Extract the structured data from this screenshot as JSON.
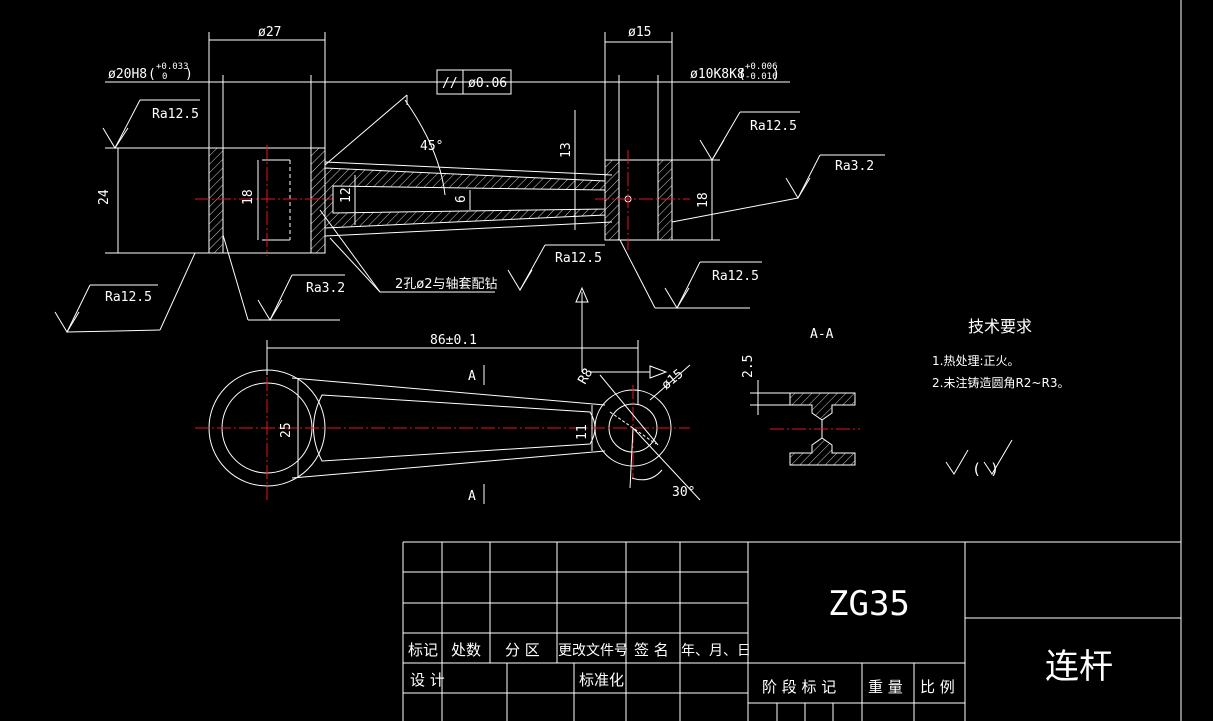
{
  "drawing": {
    "front_view": {
      "dim_big_bore_outer": "ø27",
      "dim_small_bore_outer": "ø15",
      "fit_big_bore": "ø20H8",
      "fit_big_bore_tol_upper": "+0.033",
      "fit_big_bore_tol_lower": "0",
      "fit_small_bore": "ø10K8K8",
      "fit_small_bore_tol_upper": "+0.006",
      "fit_small_bore_tol_lower": "-0.016",
      "parallel_symbol": "//",
      "parallel_tolerance": "ø0.06",
      "angle_45": "45°",
      "dim_24": "24",
      "dim_18_left": "18",
      "dim_12": "12",
      "dim_6": "6",
      "dim_13": "13",
      "dim_18_right": "18",
      "ra_top_left": "Ra12.5",
      "ra_top_right": "Ra12.5",
      "ra_right": "Ra3.2",
      "ra_bottom_left": "Ra12.5",
      "ra_bottom_mid": "Ra3.2",
      "ra_bottom_center": "Ra12.5",
      "ra_bottom_right": "Ra12.5",
      "note_pin_holes": "2孔ø2与轴套配钻"
    },
    "top_view": {
      "dim_center_distance": "86±0.1",
      "dim_25": "25",
      "dim_11": "11",
      "dim_r8": "R8",
      "dim_r15": "ø15",
      "angle_30": "30°",
      "section_mark_top": "A",
      "section_mark_bottom": "A"
    },
    "section": {
      "title": "A-A",
      "dim_2_5": "2.5"
    },
    "tech_requirements": {
      "title": "技术要求",
      "item_1": "1.热处理:正火。",
      "item_2": "2.未注铸造圆角R2~R3。"
    },
    "surface_symbol": "( )"
  },
  "title_block": {
    "material": "ZG35",
    "part_name": "连杆",
    "rev_header": {
      "mark": "标记",
      "count": "处数",
      "zone": "分 区",
      "doc_no": "更改文件号",
      "signature": "签 名",
      "date": "年、月、日"
    },
    "design": "设 计",
    "standardize": "标准化",
    "stage_mark": "阶 段 标 记",
    "weight": "重 量",
    "scale": "比 例"
  },
  "colors": {
    "background": "#000000",
    "line": "#ffffff",
    "centerline": "#e8141c"
  }
}
